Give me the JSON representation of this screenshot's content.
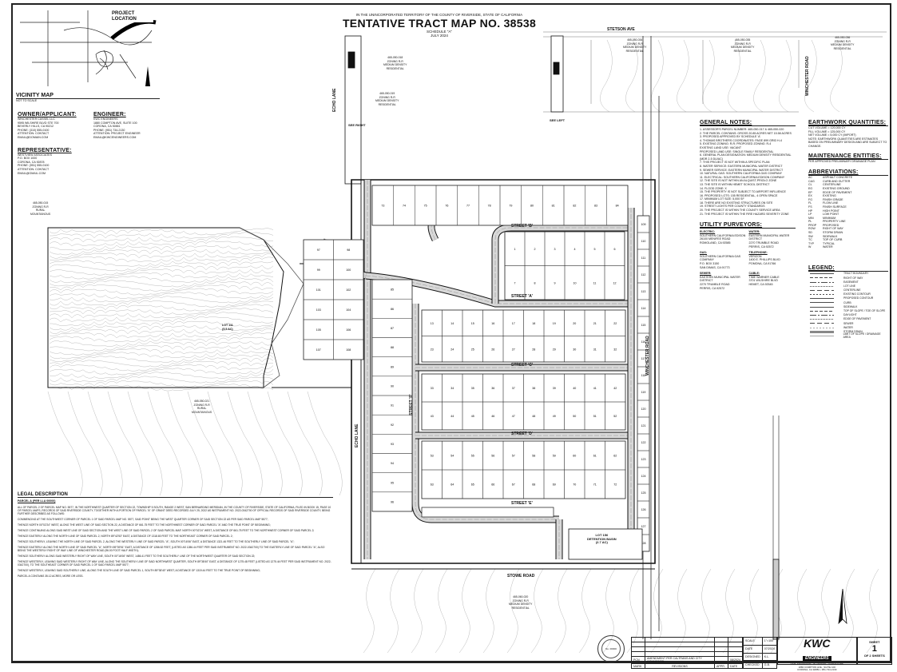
{
  "header": {
    "jurisdiction": "IN THE UNINCORPORATED TERRITORY OF THE COUNTY OF RIVERSIDE, STATE OF CALIFORNIA",
    "title": "TENTATIVE TRACT MAP NO. 38538",
    "schedule": "SCHEDULE \"A\"",
    "date": "JULY 2024"
  },
  "vicinity": {
    "title": "VICINITY MAP",
    "scale": "NOT TO SCALE",
    "project_location": "PROJECT LOCATION"
  },
  "owner": {
    "heading": "OWNER/APPLICANT:",
    "text": "WINCHESTER CASSEL LLC\n9595 WILSHIRE BLVD STE 700\nBEVERLY HILLS, CA 90212\nPHONE: (310) 555-0100\nATTENTION: CONTACT\nEMAIL@DOMAIN.COM"
  },
  "engineer": {
    "heading": "ENGINEER:",
    "text": "KWC ENGINEERS\n1880 COMPTON AVE, SUITE 100\nCORONA, CA 92881\nPHONE: (951) 734-2130\nATTENTION: PROJECT ENGINEER\nEMAIL@KWCENGINEERS.COM"
  },
  "representative": {
    "heading": "REPRESENTATIVE:",
    "text": "WESTVIEW ASSOCIATES\nP.O. BOX 1000\nCORONA, CA 92878\nPHONE: (951) 555-0100\nATTENTION: CONTACT\nEMAIL@GMAIL.COM"
  },
  "roads": {
    "stetson": "STETSON AVE",
    "winchester": "WINCHESTER ROAD",
    "stowe": "STOWE ROAD",
    "echo": "ECHO LANE",
    "street_a": "STREET 'A'",
    "street_b": "STREET 'B'",
    "street_c": "STREET 'C'",
    "street_d": "STREET 'D'",
    "street_e": "STREET 'E'",
    "street_f": "STREET 'F'",
    "see_right": "SEE RIGHT",
    "see_left": "SEE LEFT"
  },
  "parcels": {
    "apn_n1": "465-050-018\nZONING R-R\nMEDIUM DENSITY\nRESIDENTIAL",
    "apn_n2": "465-050-019\nZONING R-R\nMEDIUM DENSITY\nRESIDENTIAL",
    "apn_n3": "465-050-034\nZONING R-R\nMEDIUM DENSITY\nRESIDENTIAL",
    "apn_n4": "465-050-035\nZONING R-R\nMEDIUM DENSITY\nRESIDENTIAL",
    "apn_n5": "465-050-036\nZONING R-R\nMEDIUM DENSITY\nRESIDENTIAL",
    "apn_w": "465-050-015\nZONING R-R\nRURAL\nMOUNTAINOUS",
    "apn_sw": "465-050-021\nZONING R-R\nRURAL\nMOUNTAINOUS",
    "apn_s": "465-060-020\nZONING R-R\nMEDIUM DENSITY\nRESIDENTIAL",
    "lot_basin": "LOT 156\nDETENTION BASIN\n(2.7 AC)",
    "lot_open": "LOT 111\n(5.5 AC)"
  },
  "general_notes": {
    "heading": "GENERAL NOTES:",
    "items": [
      "1. ASSESSOR'S PARCEL NUMBER: 465-050-017 & 465-050-020",
      "2. THE PARCEL CONTAINS: GROSS 20.85 ACRES NET 15.58 ACRES",
      "3. PROPOSED APPROVED BY SCHEDULE 'A'",
      "4. THOMAS BROTHERS COORDINATES: PAGE 899 GRID H-4",
      "5. EXISTING ZONING: R-R; PROPOSED ZONING: R-4",
      "   EXISTING LAND USE: VACANT",
      "   PROPOSED LAND USE: SINGLE FAMILY RESIDENTIAL",
      "6. GENERAL PLAN DESIGNATION: MEDIUM DENSITY RESIDENTIAL (MDR 2-5 DU/AC)",
      "7. THIS PROJECT IS NOT WITHIN A SPECIFIC PLAN",
      "8. WATER SERVICE: EASTERN MUNICIPAL WATER DISTRICT",
      "9. SEWER SERVICE: EASTERN MUNICIPAL WATER DISTRICT",
      "10. NATURAL GAS: SOUTHERN CALIFORNIA GAS COMPANY",
      "11. ELECTRICAL: SOUTHERN CALIFORNIA EDISON COMPANY",
      "12. THE SITE IS NOT WITHIN AN ALQUIST-PRIOLO ZONE",
      "13. THE SITE IS WITHIN HEMET SCHOOL DISTRICT",
      "14. FLOOD ZONE: X",
      "15. THE PROPERTY IS NOT SUBJECT TO AIRPORT INFLUENCE",
      "16. PROPOSED LOTS: 155 RESIDENTIAL, 4 OPEN SPACE",
      "17. MINIMUM LOT SIZE: 5,000 SF",
      "18. THERE ARE NO EXISTING STRUCTURES ON SITE",
      "19. STREET LIGHTS PER COUNTY STANDARDS",
      "20. THE PROJECT IS WITHIN THE COUNTY SERVICE AREA",
      "21. THE PROJECT IS WITHIN THE FIRE HAZARD SEVERITY ZONE"
    ]
  },
  "earthwork": {
    "heading": "EARTHWORK QUANTITIES:",
    "items": [
      "CUT VOLUME = 120,000 CY",
      "FILL VOLUME = 125,000 CY",
      "NET VOLUME = 5,000 CY (IMPORT)",
      "NOTE: EARTHWORK QUANTITIES ARE ESTIMATES BASED ON PRELIMINARY DESIGN AND ARE SUBJECT TO CHANGE."
    ]
  },
  "maintenance": {
    "heading": "MAINTENANCE ENTITIES:",
    "text": "PER APPROVED PRELIMINARY DRAINAGE PLAN"
  },
  "abbreviations": {
    "heading": "ABBREVIATIONS:",
    "items": [
      [
        "AC",
        "ASPHALT CONCRETE"
      ],
      [
        "C&G",
        "CURB AND GUTTER"
      ],
      [
        "CL",
        "CENTERLINE"
      ],
      [
        "EG",
        "EXISTING GROUND"
      ],
      [
        "EP",
        "EDGE OF PAVEMENT"
      ],
      [
        "EX",
        "EXISTING"
      ],
      [
        "FG",
        "FINISH GRADE"
      ],
      [
        "FL",
        "FLOW LINE"
      ],
      [
        "FS",
        "FINISH SURFACE"
      ],
      [
        "HP",
        "HIGH POINT"
      ],
      [
        "LP",
        "LOW POINT"
      ],
      [
        "MIN",
        "MINIMUM"
      ],
      [
        "PL",
        "PROPERTY LINE"
      ],
      [
        "PROP",
        "PROPOSED"
      ],
      [
        "ROW",
        "RIGHT OF WAY"
      ],
      [
        "SD",
        "STORM DRAIN"
      ],
      [
        "SW",
        "SIDEWALK"
      ],
      [
        "TC",
        "TOP OF CURB"
      ],
      [
        "TYP",
        "TYPICAL"
      ],
      [
        "W",
        "WATER"
      ]
    ]
  },
  "utilities": {
    "heading": "UTILITY PURVEYORS:",
    "items": [
      {
        "label": "ELECTRIC:",
        "text": "SOUTHERN CALIFORNIA EDISON\n26100 MENIFEE ROAD\nROMOLAND, CA 92585"
      },
      {
        "label": "WATER:",
        "text": "EASTERN MUNICIPAL WATER DISTRICT\n2270 TRUMBLE ROAD\nPERRIS, CA 92572"
      },
      {
        "label": "GAS:",
        "text": "SOUTHERN CALIFORNIA GAS COMPANY\nP.O. BOX 3150\nSAN DIMAS, CA 91773"
      },
      {
        "label": "TELEPHONE:",
        "text": "VERIZON\n1400 E. PHILLIPS BLVD\nPOMONA, CA 91766"
      },
      {
        "label": "SEWER:",
        "text": "EASTERN MUNICIPAL WATER DISTRICT\n2270 TRUMBLE ROAD\nPERRIS, CA 92572"
      },
      {
        "label": "CABLE:",
        "text": "TIME WARNER CABLE\n3701 WILSHIRE BLVD\nHEMET, CA 92545"
      }
    ]
  },
  "legend": {
    "heading": "LEGEND:",
    "items": [
      "TRACT BOUNDARY",
      "RIGHT OF WAY",
      "EASEMENT",
      "LOT LINE",
      "CENTERLINE",
      "EXISTING CONTOUR",
      "PROPOSED CONTOUR",
      "CURB",
      "SIDEWALK",
      "TOP OF SLOPE / TOE OF SLOPE",
      "DAYLIGHT",
      "EDGE OF PAVEMENT",
      "SEWER",
      "WATER",
      "STORM DRAIN",
      "LIMIT OF SLOPE / DRAINAGE AREA"
    ]
  },
  "legal": {
    "heading": "LEGAL DESCRIPTION",
    "parcel": "PARCEL A (PER LLA 00000)",
    "paragraphs": [
      "ALL OF PARCEL 2 OF PARCEL MAP NO. 5577, IN THE NORTHWEST QUARTER OF SECTION 22, TOWNSHIP 5 SOUTH, RANGE 2 WEST, SAN BERNARDINO MERIDIAN, IN THE COUNTY OF RIVERSIDE, STATE OF CALIFORNIA, FILED IN BOOK 15, PAGE 10 OF PARCEL MAPS, RECORDS OF SAID RIVERSIDE COUNTY, TOGETHER WITH A PORTION OF PARCEL \"A\" OF GRANT DEED RECORDED JULY 25, 2022 AS INSTRUMENT NO. 2022-0342700 OF OFFICIAL RECORDS OF SAID RIVERSIDE COUNTY, BEING FURTHER DESCRIBED AS FOLLOWS:",
      "COMMENCING AT THE SOUTHWEST CORNER OF PARCEL 1 OF SAID PARCEL MAP NO. 5577, SAID POINT BEING THE WEST QUARTER CORNER OF SAID SECTION 22 AS PER SAID PARCEL MAP 5577;",
      "THENCE NORTH 00°02'24\" WEST, ALONG THE WEST LINE OF SAID SECTION 22, A DISTANCE OF 661.75 FEET TO THE NORTHWEST CORNER OF SAID PARCEL \"A\" AND THE TRUE POINT OF BEGINNING;",
      "THENCE CONTINUING ALONG SAID WEST LINE OF SAID SECTION AND THE WEST LINE OF SAID PARCEL 2 OF SAID PARCEL MAP, NORTH 00°02'24\" WEST, A DISTANCE OF 661.75 FEET TO THE NORTHWEST CORNER OF SAID PARCEL 2;",
      "THENCE EASTERLY ALONG THE NORTH LINE OF SAID PARCEL 2, NORTH 89°42'53\" EAST, A DISTANCE OF 1318.80 FEET TO THE NORTHEAST CORNER OF SAID PARCEL 2;",
      "THENCE SOUTHERLY, LEAVING THE NORTH LINE OF SAID PARCEL 2, ALONG THE WESTERLY LINE OF SAID PARCEL \"A\", SOUTH 00°16'06\" EAST, A DISTANCE 1321.46 FEET TO THE SOUTHERLY LINE OF SAID PARCEL \"A\";",
      "THENCE EASTERLY ALONG THE NORTH LINE OF SAID PARCEL \"A\", NORTH 89°39'51\" EAST, A DISTANCE OF 1286.52 FEET, (LISTED AS 1286.44 FEET PER SAID INSTRUMENT NO. 2022-0342700) TO THE EASTERLY LINE OF SAID PARCEL \"A\", ALSO BEING THE WESTERLY RIGHT OF WAY LINE OF WINCHESTER ROAD (96.00 FOOT HALF WIDTH);",
      "THENCE SOUTHERLY ALONG SAID WESTERLY RIGHT OF WAY LINE, SOUTH 00°16'06\" WEST, 1486.41 FEET TO THE SOUTHERLY LINE OF THE NORTHWEST QUARTER OF SAID SECTION 22;",
      "THENCE WESTERLY, LEAVING SAID WESTERLY RIGHT OF WAY LINE, ALONG THE SOUTHERLY LINE OF SAID NORTHWEST QUARTER, SOUTH 89°38'40\" EAST, A DISTANCE OF 1275.48 FEET (LISTED AS 1275.44 FEET PER SAID INSTRUMENT NO. 2022-0342700), TO THE SOUTHEAST CORNER OF SAID PARCEL 1 OF SAID PARCEL MAP 5577;",
      "THENCE WESTERLY, LEAVING SAID SOUTHERLY LINE, ALONG THE SOUTH LINE OF SAID PARCEL 1, SOUTH 89°38'40\" WEST, A DISTANCE OF 1319.44 FEET TO THE TRUE POINT OF BEGINNING;",
      "PARCEL A CONTAINS 35.12 ACRES, MORE OR LESS."
    ]
  },
  "title_block": {
    "revision_mark": "PCN",
    "revision_text": "AMENDMENT PER CALTRANS AND CITY COMMENTS",
    "revision_date": "08/2024",
    "col_mark": "MARK",
    "col_revisions": "REVISIONS",
    "col_appr": "APPR.",
    "col_date": "DATE",
    "scale_label": "SCALE",
    "scale": "1\"=100'",
    "date_label": "DATE",
    "date": "07/2024",
    "designed_label": "DESIGNED",
    "designed": "K.L.",
    "checked_label": "CHECKED",
    "checked": "G.B.",
    "firm": "KWC",
    "firm_sub": "ENGINEERS",
    "firm_address": "CIVIL ENGINEERS • PLANNERS • SURVEYORS\n1880 COMPTON AVE., SUITE 100\nCORONA, CA 92881 • 951-734-2130",
    "sheet_label": "SHEET",
    "sheet": "1",
    "sheet_of": "OF 2 SHEETS",
    "seal_text": "No. 00000"
  },
  "colors": {
    "ink": "#111111",
    "contour": "#9a9a9a",
    "road_fill": "#d8d8d8"
  }
}
